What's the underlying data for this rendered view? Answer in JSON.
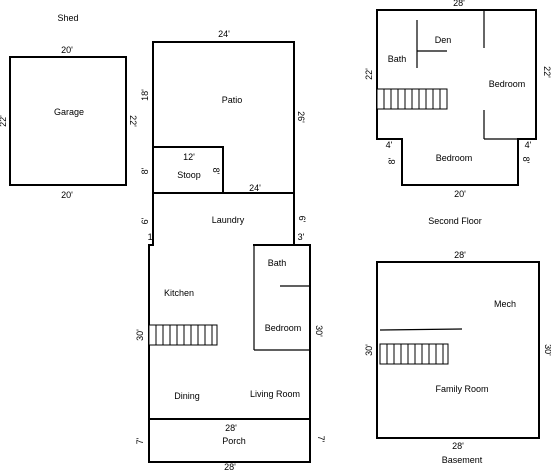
{
  "labels": {
    "shed": "Shed",
    "garage": "Garage",
    "patio": "Patio",
    "stoop": "Stoop",
    "laundry": "Laundry",
    "kitchen": "Kitchen",
    "bath_main": "Bath",
    "bedroom_main": "Bedroom",
    "dining": "Dining",
    "living_room": "Living Room",
    "porch": "Porch",
    "second_floor": "Second Floor",
    "bath_up": "Bath",
    "den": "Den",
    "bedroom_up_right": "Bedroom",
    "bedroom_up_bottom": "Bedroom",
    "basement": "Basement",
    "mech": "Mech",
    "family_room": "Family Room"
  },
  "dims": {
    "garage_top": "20'",
    "garage_bottom": "20'",
    "garage_left": "22'",
    "garage_right": "22'",
    "patio_top": "24'",
    "patio_left": "18'",
    "patio_right": "26'",
    "stoop_top": "12'",
    "stoop_right": "8'",
    "stoop_left": "8'",
    "laundry_top": "24'",
    "laundry_left": "6'",
    "laundry_right": "6'",
    "laundry_left_step": "1'",
    "laundry_right_step": "3'",
    "main_left": "30'",
    "main_right": "30'",
    "porch_top": "28'",
    "porch_left": "7'",
    "porch_right": "7'",
    "porch_bottom": "28'",
    "up_top": "28'",
    "up_left": "22'",
    "up_right": "22'",
    "up_step_left": "4'",
    "up_step_right": "4'",
    "up_low_left": "8'",
    "up_low_right": "8'",
    "up_bottom": "20'",
    "base_top": "28'",
    "base_left": "30'",
    "base_right": "30'",
    "base_bottom": "28'"
  }
}
